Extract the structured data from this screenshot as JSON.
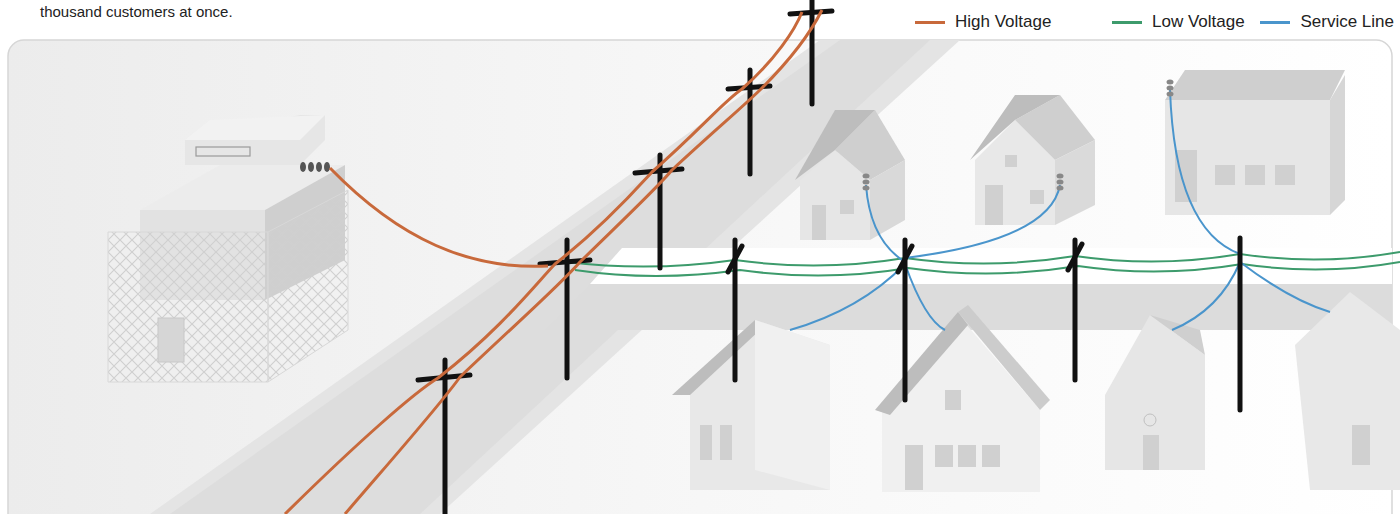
{
  "diagram": {
    "labels": [
      "thousand customers at once."
    ],
    "legend": [
      {
        "text": "High Voltage",
        "color": "#c8693b"
      },
      {
        "text": "Low Voltage",
        "color": "#3d9b6c"
      },
      {
        "text": "Service Line",
        "color": "#4a95cc"
      }
    ]
  }
}
